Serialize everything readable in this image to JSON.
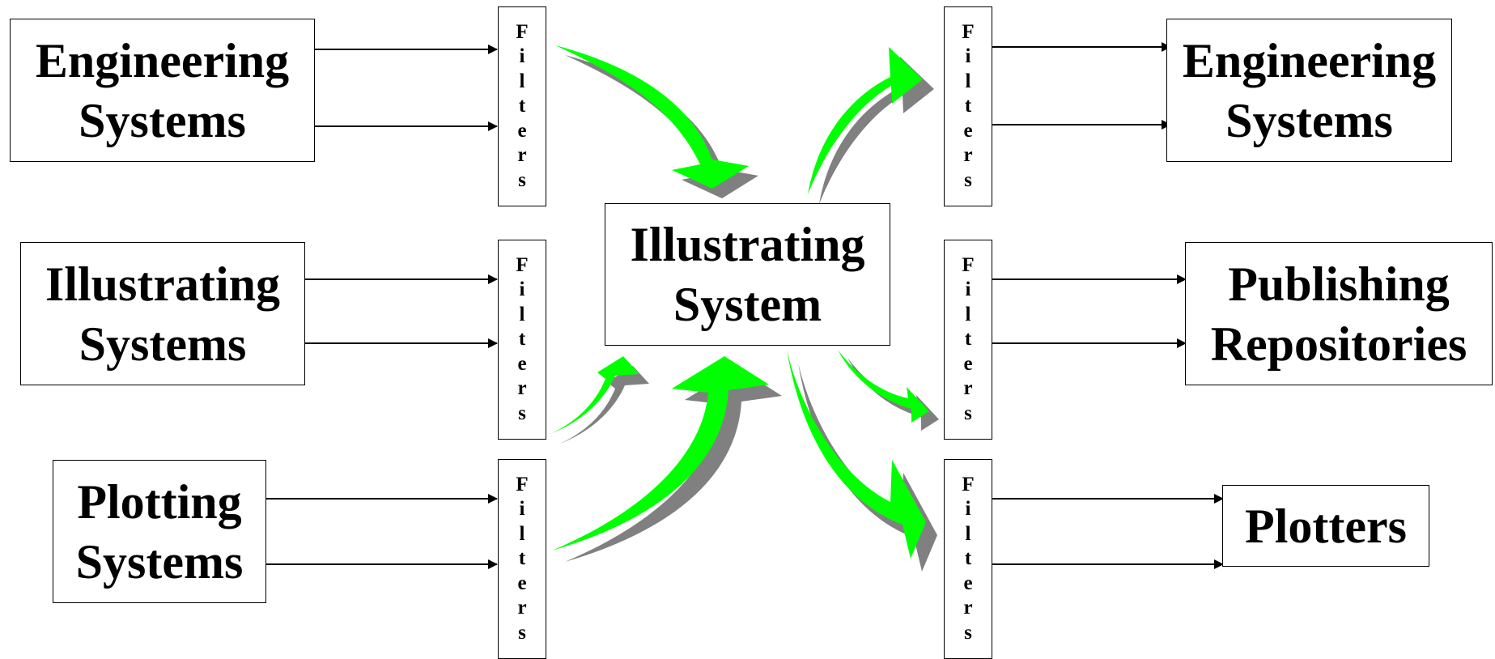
{
  "colors": {
    "accent_arrow": "#00ff00",
    "arrow_shadow": "#808080",
    "line": "#000000",
    "background": "#ffffff"
  },
  "boxes": {
    "eng_in": {
      "lines": [
        "Engineering",
        "Systems"
      ]
    },
    "ill_in": {
      "lines": [
        "Illustrating",
        "Systems"
      ]
    },
    "plot_in": {
      "lines": [
        "Plotting",
        "Systems"
      ]
    },
    "center": {
      "lines": [
        "Illustrating",
        "System"
      ]
    },
    "eng_out": {
      "lines": [
        "Engineering",
        "Systems"
      ]
    },
    "pub_out": {
      "lines": [
        "Publishing",
        "Repositories"
      ]
    },
    "plotters": {
      "lines": [
        "Plotters"
      ]
    }
  },
  "filter_label": [
    "F",
    "i",
    "l",
    "t",
    "e",
    "r",
    "s"
  ]
}
